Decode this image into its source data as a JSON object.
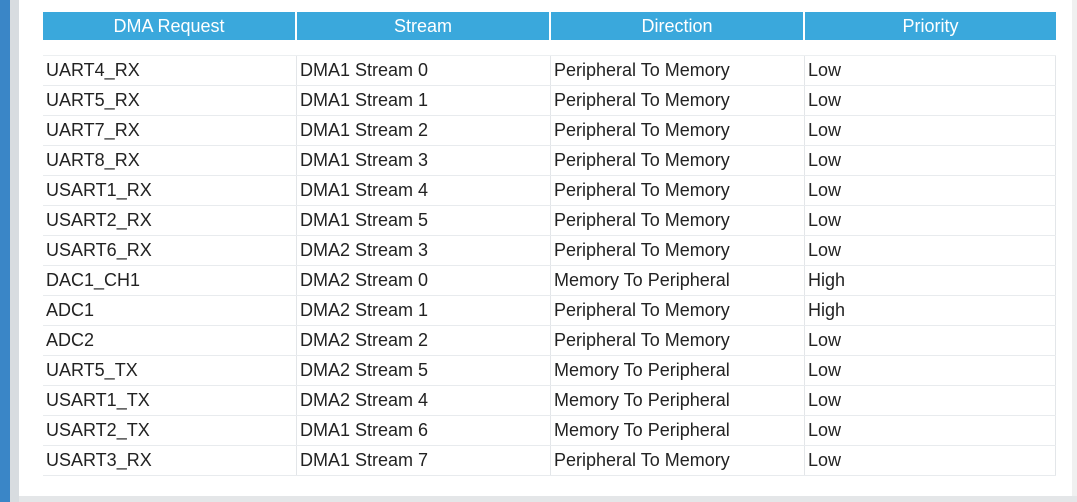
{
  "table": {
    "headers": [
      "DMA Request",
      "Stream",
      "Direction",
      "Priority"
    ],
    "rows": [
      [
        "UART4_RX",
        "DMA1 Stream 0",
        "Peripheral To Memory",
        "Low"
      ],
      [
        "UART5_RX",
        "DMA1 Stream 1",
        "Peripheral To Memory",
        "Low"
      ],
      [
        "UART7_RX",
        "DMA1 Stream 2",
        "Peripheral To Memory",
        "Low"
      ],
      [
        "UART8_RX",
        "DMA1 Stream 3",
        "Peripheral To Memory",
        "Low"
      ],
      [
        "USART1_RX",
        "DMA1 Stream 4",
        "Peripheral To Memory",
        "Low"
      ],
      [
        "USART2_RX",
        "DMA1 Stream 5",
        "Peripheral To Memory",
        "Low"
      ],
      [
        "USART6_RX",
        "DMA2 Stream 3",
        "Peripheral To Memory",
        "Low"
      ],
      [
        "DAC1_CH1",
        "DMA2 Stream 0",
        "Memory To Peripheral",
        "High"
      ],
      [
        "ADC1",
        "DMA2 Stream 1",
        "Peripheral To Memory",
        "High"
      ],
      [
        "ADC2",
        "DMA2 Stream 2",
        "Peripheral To Memory",
        "Low"
      ],
      [
        "UART5_TX",
        "DMA2 Stream 5",
        "Memory To Peripheral",
        "Low"
      ],
      [
        "USART1_TX",
        "DMA2 Stream 4",
        "Memory To Peripheral",
        "Low"
      ],
      [
        "USART2_TX",
        "DMA1 Stream 6",
        "Memory To Peripheral",
        "Low"
      ],
      [
        "USART3_RX",
        "DMA1 Stream 7",
        "Peripheral To Memory",
        "Low"
      ]
    ]
  },
  "colors": {
    "header_bg": "#3aa8dc",
    "header_text": "#ffffff",
    "accent_bar": "#3a86c7"
  }
}
